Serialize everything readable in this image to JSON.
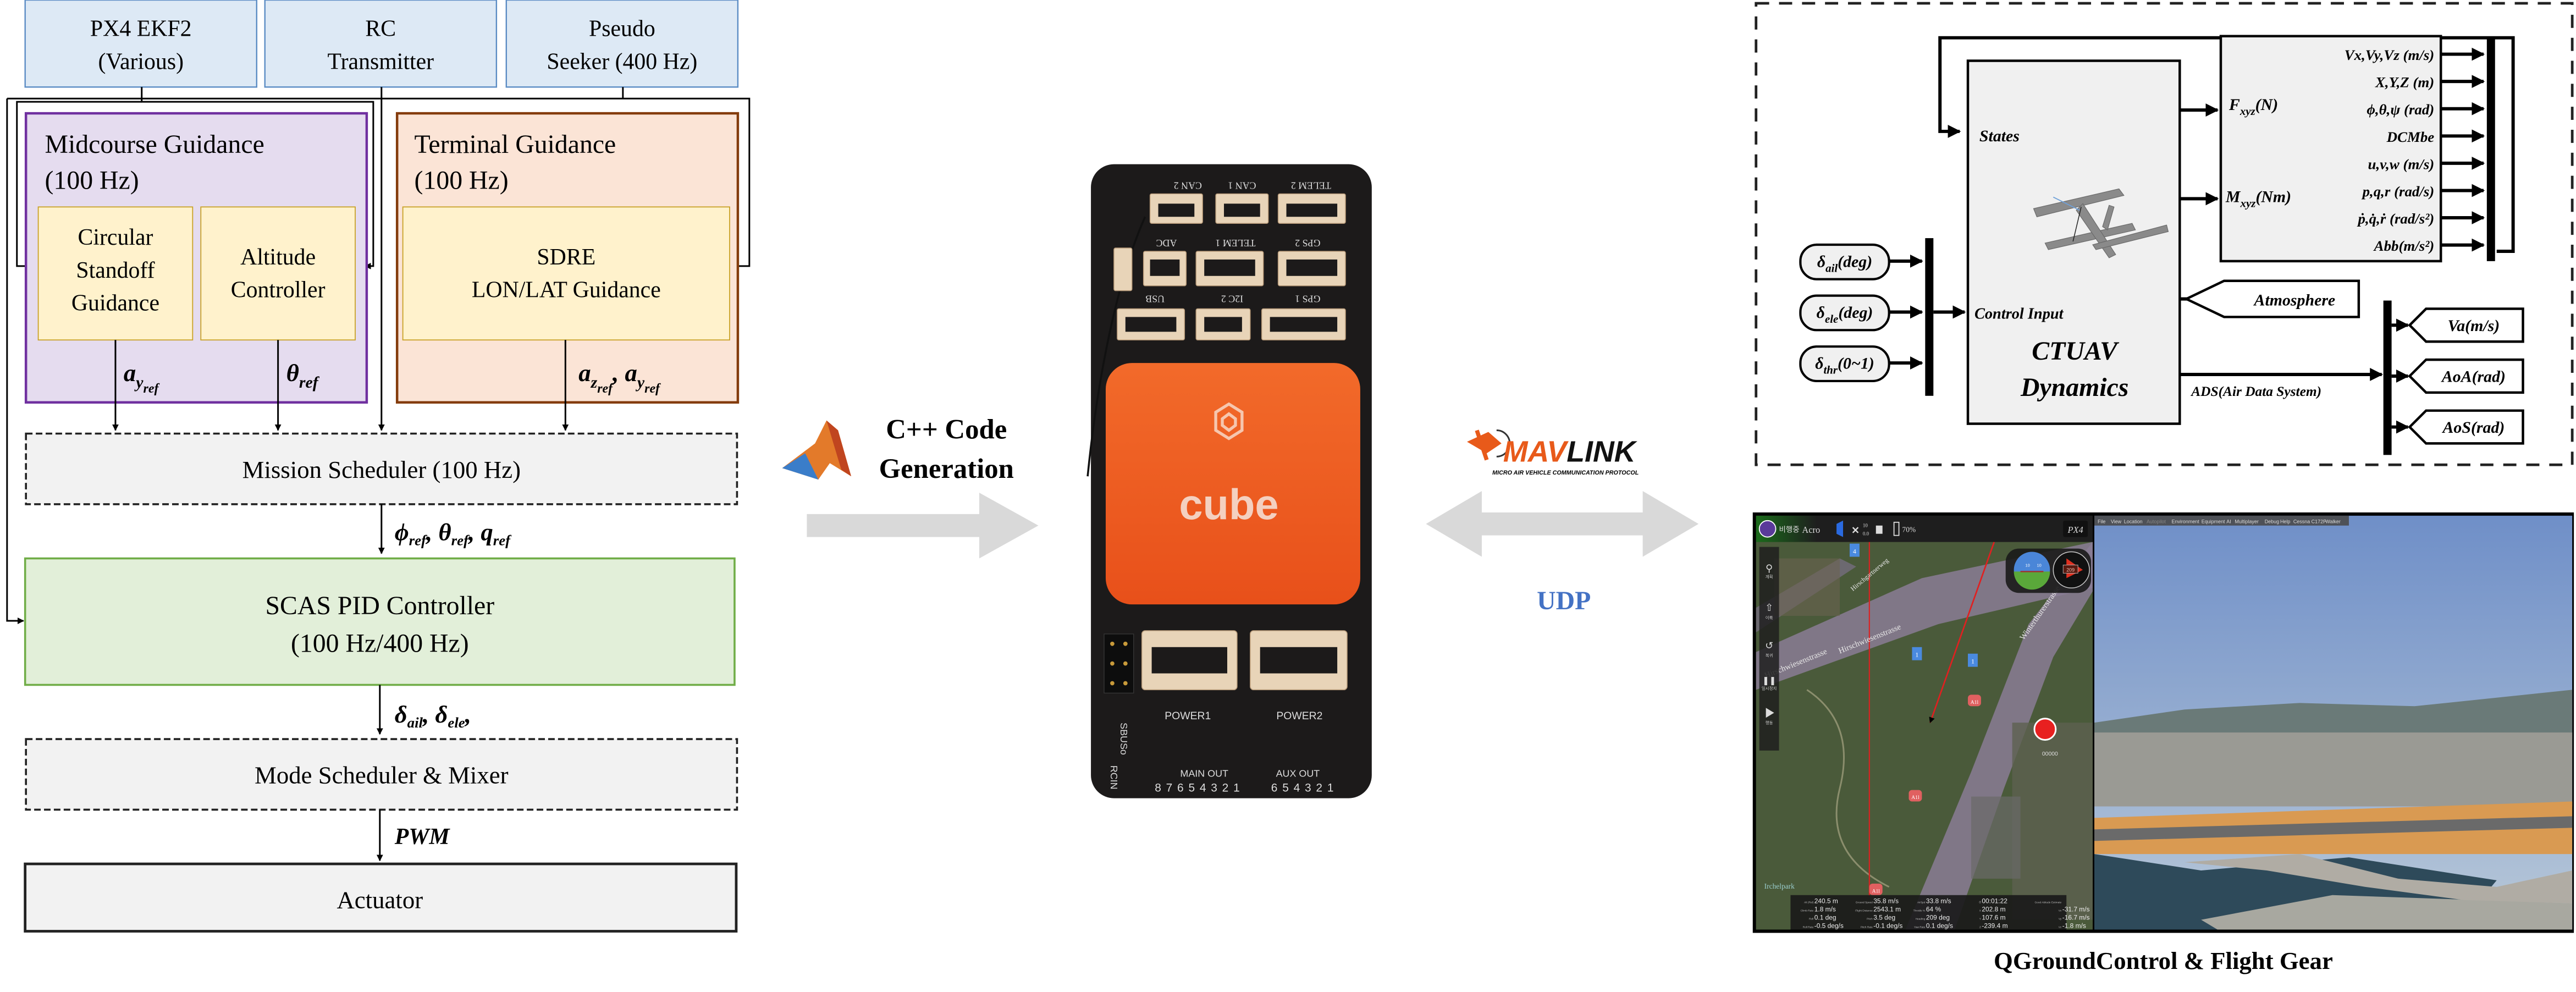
{
  "block_diagram": {
    "sources": [
      {
        "line1": "PX4 EKF2",
        "line2": "(Various)"
      },
      {
        "line1": "RC",
        "line2": "Transmitter"
      },
      {
        "line1": "Pseudo",
        "line2": "Seeker (400 Hz)"
      }
    ],
    "midcourse": {
      "title": "Midcourse Guidance",
      "rate": "(100 Hz)",
      "circular": [
        "Circular",
        "Standoff",
        "Guidance"
      ],
      "altitude": [
        "Altitude",
        "Controller"
      ],
      "out_circular": {
        "base": "a",
        "sub": "y",
        "subsub": "ref"
      },
      "out_altitude": {
        "base": "θ",
        "sub": "ref"
      }
    },
    "terminal": {
      "title": "Terminal Guidance",
      "rate": "(100 Hz)",
      "inner": [
        "SDRE",
        "LON/LAT Guidance"
      ],
      "out": "a_z_ref, a_y_ref"
    },
    "mission_scheduler": "Mission Scheduler (100 Hz)",
    "mission_out": {
      "phi": "ϕ",
      "theta": "θ",
      "q": "q",
      "sub": "ref"
    },
    "scas": {
      "line1": "SCAS PID Controller",
      "line2": "(100 Hz/400 Hz)"
    },
    "scas_out": {
      "d": "δ",
      "s1": "ail",
      "s2": "ele"
    },
    "mode_scheduler": "Mode Scheduler & Mixer",
    "pwm": "PWM",
    "actuator": "Actuator",
    "colors": {
      "source_fill": "#dde9f5",
      "source_stroke": "#5b8cc4",
      "mid_fill": "#e5dcef",
      "mid_stroke": "#7030a0",
      "term_fill": "#fbe4d6",
      "term_stroke": "#843c0c",
      "inner_fill": "#fff2cc",
      "inner_stroke": "#c9a227",
      "sched_fill": "#f2f2f2",
      "scas_fill": "#e2efd9",
      "scas_stroke": "#70ad47"
    }
  },
  "codegen": {
    "line1": "C++ Code",
    "line2": "Generation",
    "logo": "matlab-logo"
  },
  "cube_board": {
    "brand": "cube",
    "ports_row1": [
      "CAN 2",
      "CAN 1",
      "TELEM 2"
    ],
    "ports_row2": [
      "ADC",
      "TELEM 1",
      "GPS 2"
    ],
    "ports_row3": [
      "USB",
      "I2C 2",
      "GPS 1"
    ],
    "power": [
      "POWER1",
      "POWER2"
    ],
    "sbus": "SBUSo",
    "rcin": "RCIN",
    "main_out": "MAIN OUT",
    "aux_out": "AUX OUT",
    "main_pins": "8 7 6 5 4 3 2 1",
    "aux_pins": "6 5 4 3 2 1",
    "colors": {
      "board": "#1c1a1a",
      "cube": "#f05a1a",
      "connector": "#e8d4b8"
    }
  },
  "mavlink": {
    "name_part1": "MAV",
    "name_part2": "LINK",
    "tagline": "MICRO AIR VEHICLE COMMUNICATION PROTOCOL",
    "transport": "UDP"
  },
  "simulink": {
    "inputs": [
      {
        "sym": "δ",
        "sub": "ail",
        "unit": "(deg)"
      },
      {
        "sym": "δ",
        "sub": "ele",
        "unit": "(deg)"
      },
      {
        "sym": "δ",
        "sub": "thr",
        "unit": "(0~1)"
      }
    ],
    "dynamics_block": {
      "states": "States",
      "control_input": "Control Input",
      "title1": "CTUAV",
      "title2": "Dynamics"
    },
    "force_label": {
      "base": "F",
      "sub": "xyz",
      "unit": "(N)"
    },
    "moment_label": {
      "base": "M",
      "sub": "xyz",
      "unit": "(Nm)"
    },
    "outputs": [
      "Vx,Vy,Vz (m/s)",
      "X,Y,Z (m)",
      "ϕ,θ,ψ (rad)",
      "DCMbe",
      "u,v,w (m/s)",
      "p,q,r (rad/s)",
      "ṗ,q̇,ṙ (rad/s²)",
      "Abb(m/s²)"
    ],
    "atmosphere": "Atmosphere",
    "ads": "ADS(Air Data System)",
    "ads_outputs": [
      "Va(m/s)",
      "AoA(rad)",
      "AoS(rad)"
    ]
  },
  "qgc": {
    "toolbar": {
      "status": "비행중",
      "mode": "Acro",
      "sats": "10",
      "hdop": "0.0",
      "battery": "70%",
      "logo": "PX4"
    },
    "tools": [
      "계획",
      "이륙",
      "복귀",
      "일시정지",
      "행동"
    ],
    "compass_heading": "209",
    "attitude_ticks": [
      "10",
      "10",
      "-10",
      "-10"
    ],
    "map_labels": [
      "Hirschwiesenstrasse",
      "Hirschwiesenstrasse",
      "Winterthurerstrasse",
      "Hirschgartnerweg",
      "Irchelpark",
      "A1l",
      "A1l",
      "A1l"
    ],
    "waypoints": [
      "4",
      "1",
      "1"
    ],
    "record_label": "00000",
    "telemetry": [
      [
        {
          "k": "Alt (Rel)",
          "v": "240.5 m"
        },
        {
          "k": "Ground Speed",
          "v": "35.8 m/s"
        },
        {
          "k": "AirSpd",
          "v": "33.8 m/s"
        },
        {
          "k": "⏱",
          "v": "00:01:22"
        },
        {
          "k": "Good Attitude Estimate",
          "v": ""
        }
      ],
      [
        {
          "k": "Climb Rate",
          "v": "1.8 m/s"
        },
        {
          "k": "Flight Distance",
          "v": "2543.1 m"
        },
        {
          "k": "Throttle %",
          "v": "64 %"
        },
        {
          "k": "X",
          "v": "202.8 m"
        },
        {
          "k": "Vx",
          "v": "-31.7 m/s"
        }
      ],
      [
        {
          "k": "Roll",
          "v": "0.1 deg"
        },
        {
          "k": "Pitch",
          "v": "3.5 deg"
        },
        {
          "k": "Heading",
          "v": "209 deg"
        },
        {
          "k": "Y",
          "v": "107.6 m"
        },
        {
          "k": "Vy",
          "v": "-16.7 m/s"
        }
      ],
      [
        {
          "k": "Roll Rate",
          "v": "-0.5 deg/s"
        },
        {
          "k": "Pitch Rate",
          "v": "-0.1 deg/s"
        },
        {
          "k": "Yaw Rate",
          "v": "0.1 deg/s"
        },
        {
          "k": "Z",
          "v": "-239.4 m"
        },
        {
          "k": "Vz",
          "v": "-1.8 m/s"
        }
      ]
    ]
  },
  "flightgear": {
    "menu": [
      "File",
      "View",
      "Location",
      "Autopilot",
      "Environment",
      "Equipment",
      "AI",
      "Multiplayer",
      "Debug",
      "Help",
      "Cessna C172P",
      "Walker"
    ]
  },
  "caption": "QGroundControl & Flight Gear"
}
